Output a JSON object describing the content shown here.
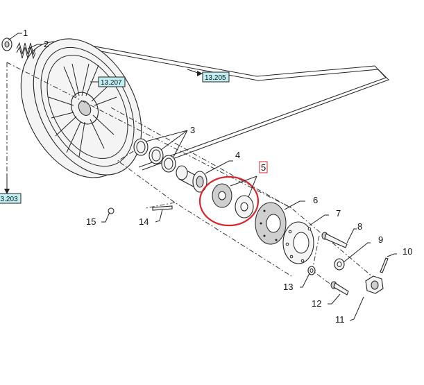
{
  "callouts": {
    "c1": "1",
    "c2": "2",
    "c3": "3",
    "c4": "4",
    "c5": "5",
    "c6": "6",
    "c7": "7",
    "c8": "8",
    "c9": "9",
    "c10": "10",
    "c11": "11",
    "c12": "12",
    "c13": "13",
    "c14": "14",
    "c15": "15"
  },
  "references": {
    "r13207": "13.207",
    "r13205": "13.205",
    "r13203": "13.203"
  },
  "colors": {
    "highlight_circle": "#d9262b",
    "reference_box_fill": "#bfeef3",
    "callout5_box": "#d9262b",
    "line": "#222222"
  }
}
